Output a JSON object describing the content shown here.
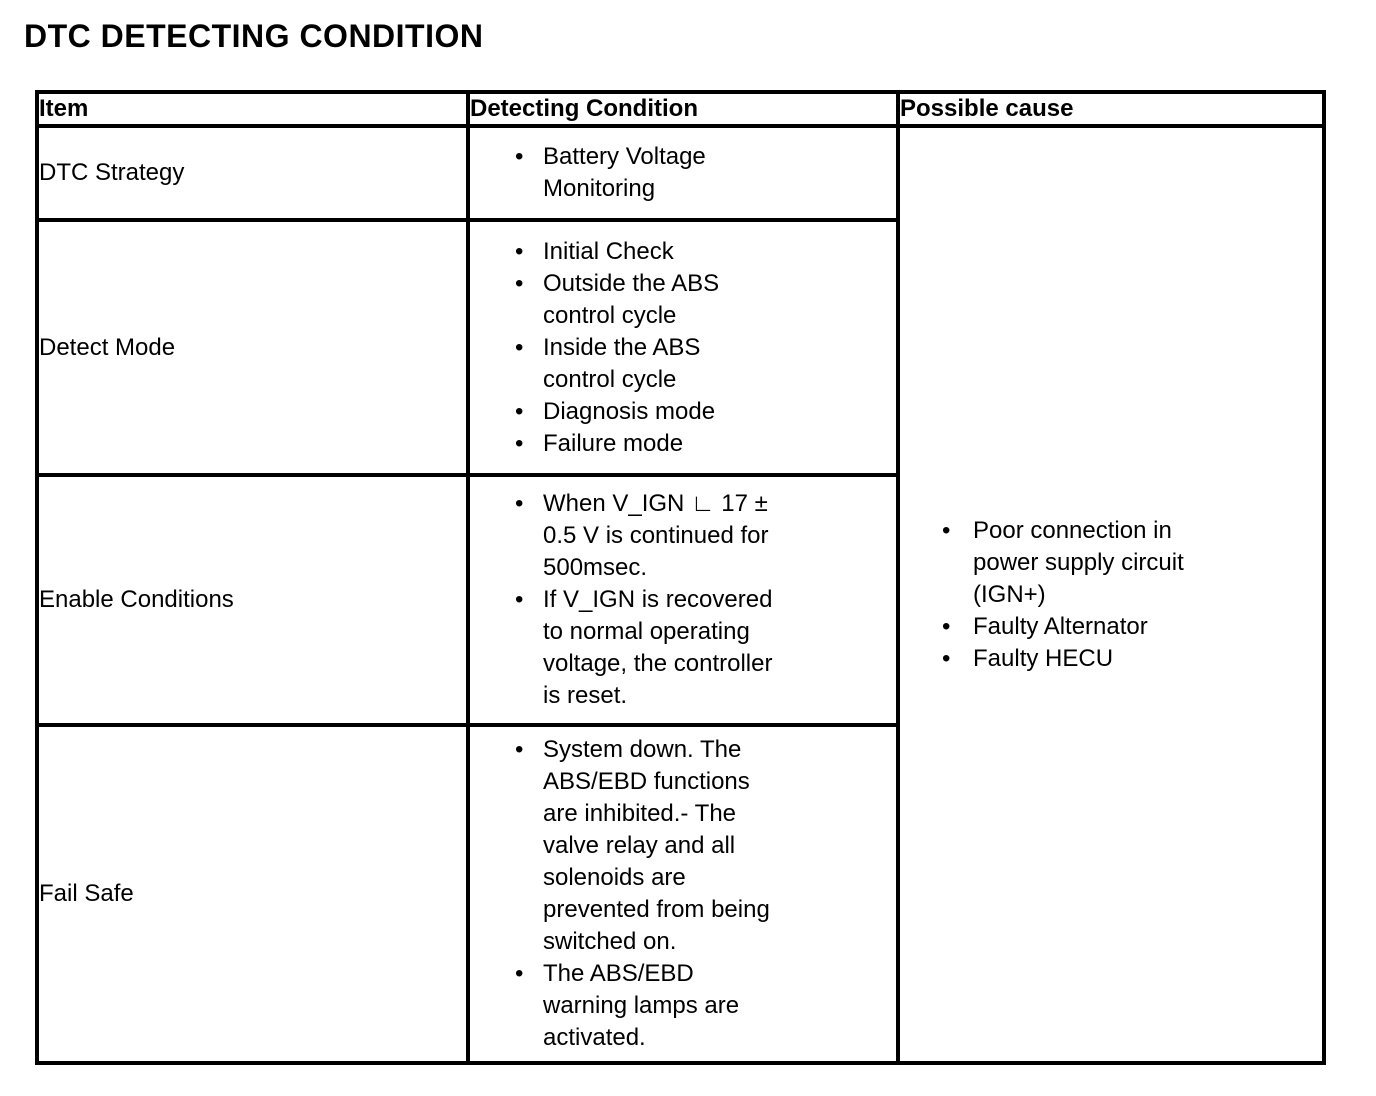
{
  "page": {
    "title": "DTC DETECTING CONDITION"
  },
  "table": {
    "bullet_char": "•",
    "headers": {
      "item": "Item",
      "detecting_condition": "Detecting Condition",
      "possible_cause": "Possible cause"
    },
    "rows": [
      {
        "item": "DTC Strategy",
        "conditions": [
          "Battery Voltage\nMonitoring"
        ]
      },
      {
        "item": "Detect Mode",
        "conditions": [
          "Initial Check",
          "Outside the ABS\ncontrol cycle",
          "Inside the ABS\ncontrol cycle",
          "Diagnosis mode",
          "Failure mode"
        ]
      },
      {
        "item": "Enable Conditions",
        "conditions": [
          "When V_IGN ∟ 17 ±\n0.5 V is continued for\n500msec.",
          "If V_IGN is recovered\nto normal operating\nvoltage, the controller\nis reset."
        ]
      },
      {
        "item": "Fail Safe",
        "conditions": [
          "System down. The\nABS/EBD functions\nare inhibited.- The\nvalve relay and all\nsolenoids are\nprevented from being\nswitched on.",
          "The ABS/EBD\nwarning lamps are\nactivated."
        ]
      }
    ],
    "possible_causes": [
      "Poor connection in\npower supply circuit\n(IGN+)",
      "Faulty Alternator",
      "Faulty HECU"
    ]
  },
  "colors": {
    "background": "#ffffff",
    "border": "#000000",
    "text": "#000000"
  }
}
